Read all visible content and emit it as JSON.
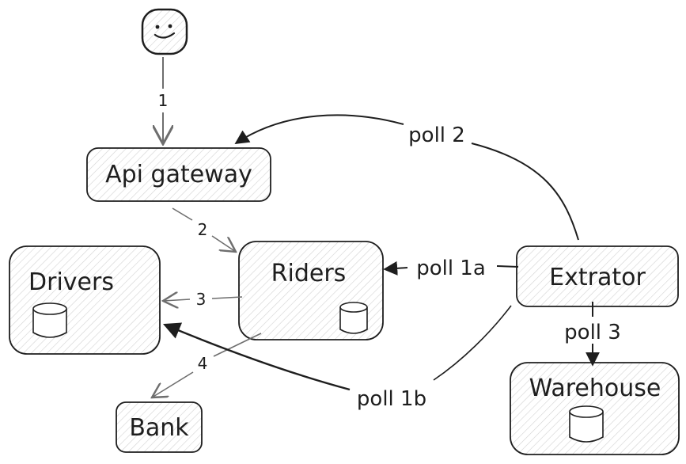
{
  "nodes": {
    "user": {
      "icon": "smiley-face-icon"
    },
    "api_gateway": {
      "label": "Api gateway"
    },
    "drivers": {
      "label": "Drivers",
      "icon": "database-icon"
    },
    "riders": {
      "label": "Riders",
      "icon": "database-icon"
    },
    "extrator": {
      "label": "Extrator"
    },
    "warehouse": {
      "label": "Warehouse",
      "icon": "database-icon"
    },
    "bank": {
      "label": "Bank"
    }
  },
  "edges": {
    "user_to_api": "1",
    "api_to_riders": "2",
    "riders_to_drivers": "3",
    "riders_to_bank": "4",
    "extrator_to_api": "poll 2",
    "extrator_to_riders": "poll 1a",
    "extrator_to_drivers": "poll 1b",
    "extrator_to_warehouse": "poll 3"
  },
  "colors": {
    "stroke": "#1e1e1e",
    "hatch": "#d0d0d0",
    "gray_arrow": "#6e6e6e"
  }
}
